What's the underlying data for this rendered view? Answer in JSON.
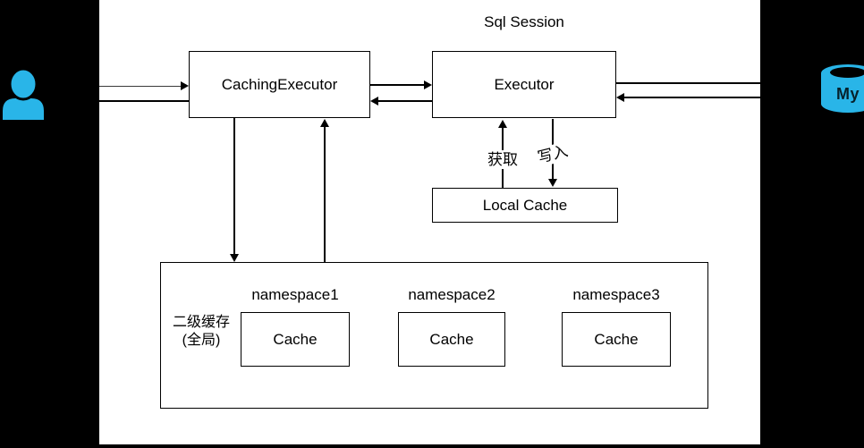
{
  "diagram": {
    "sql_session_label": "Sql Session",
    "caching_executor_label": "CachingExecutor",
    "executor_label": "Executor",
    "local_cache_label": "Local Cache",
    "fetch_label": "获取",
    "write_label": "写入",
    "second_level_cache_line1": "二级缓存",
    "second_level_cache_line2": "(全局)",
    "namespaces": [
      {
        "label": "namespace1",
        "cache_label": "Cache"
      },
      {
        "label": "namespace2",
        "cache_label": "Cache"
      },
      {
        "label": "namespace3",
        "cache_label": "Cache"
      }
    ],
    "db_label": "My"
  },
  "colors": {
    "accent": "#29b5e8",
    "line": "#000000",
    "canvas_bg": "#ffffff",
    "page_bg": "#000000"
  }
}
